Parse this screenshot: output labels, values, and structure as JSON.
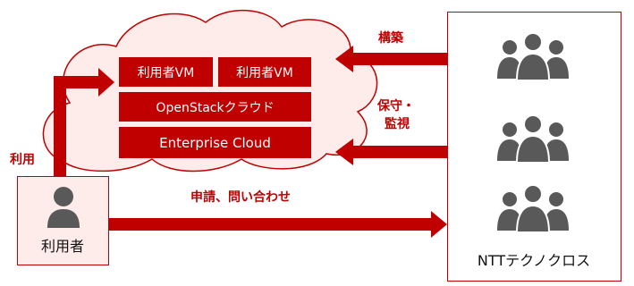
{
  "cloud": {
    "vm1": "利用者VM",
    "vm2": "利用者VM",
    "openstack": "OpenStackクラウド",
    "enterprise": "Enterprise Cloud"
  },
  "arrows": {
    "build": "構築",
    "maintenance_line1": "保守・",
    "maintenance_line2": "監視",
    "use": "利用",
    "apply": "申請、問い合わせ"
  },
  "user_box": {
    "label": "利用者"
  },
  "ntt_box": {
    "label": "NTTテクノクロス"
  },
  "colors": {
    "accent": "#c00000",
    "cloud_fill": "#fdecea",
    "icon": "#595959"
  }
}
